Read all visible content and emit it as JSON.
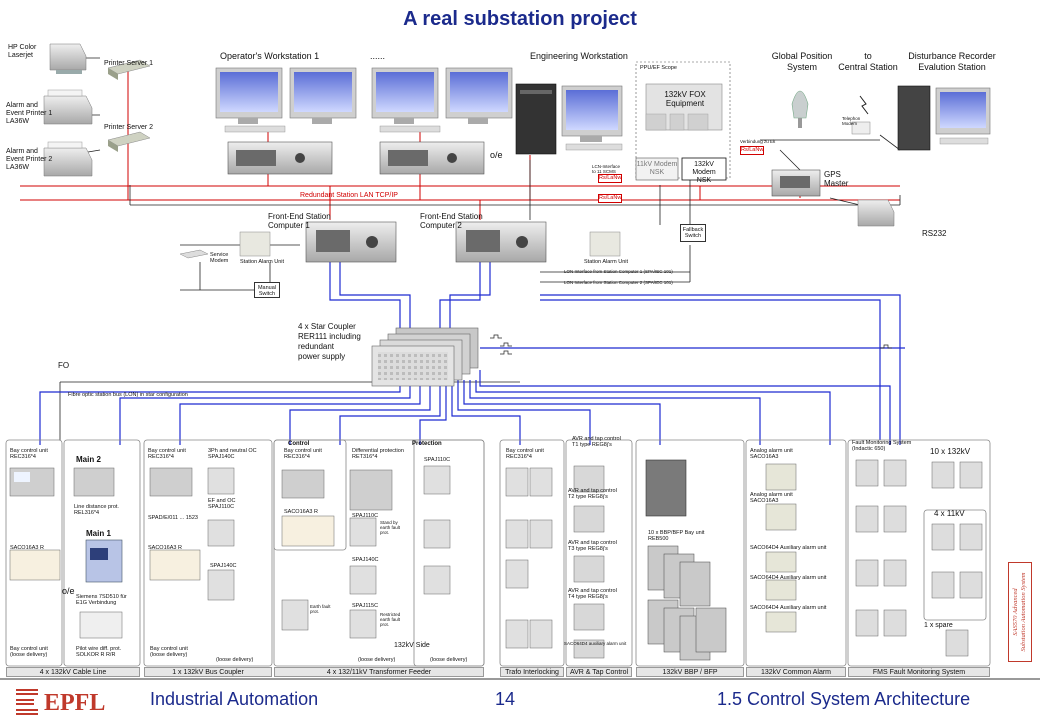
{
  "title": "A real substation project",
  "footer": {
    "left": "Industrial Automation",
    "page": "14",
    "right": "1.5 Control System Architecture"
  },
  "logo_text": "EPFL",
  "top": {
    "hp_color_laserjet": "HP Color\nLaserjet",
    "printer_server_1": "Printer Server 1",
    "printer_server_2": "Printer Server 2",
    "alarm_printer_1": "Alarm and\nEvent Printer 1\nLA36W",
    "alarm_printer_2": "Alarm and\nEvent Printer 2\nLA36W",
    "operators_ws": "Operator's Workstation 1",
    "operators_ws2": "......",
    "engineering_ws": "Engineering Workstation",
    "fox_equipment": "132kV FOX\nEquipment",
    "ppu_scope": "PPU/EF Scope",
    "modem_11kv": "11kV Modem\nNSK",
    "modem_132kv": "132kV Modem\nNSK",
    "gps_label": "Global Position\nSystem",
    "to_central": "to\nCentral Station",
    "disturbance": "Disturbance Recorder\nEvalution Station",
    "gps_master": "GPS\nMaster",
    "rs232": "RS232",
    "redundant_lan": "Redundant Station LAN TCP/IP",
    "fe1": "Front-End Station\nComputer 1",
    "fe2": "Front-End Station\nComputer 2",
    "service_modem": "Service\nModem",
    "station_alarm_unit": "Station Alarm Unit",
    "manual_switch": "Manual\nSwitch",
    "fallback_switch": "Fallback\nSwitch",
    "star_coupler": "4 x Star Coupler\nRER111 including\nredundant\npower supply",
    "fo": "FO",
    "fibre_bus": "Fibre optic station bus (LON) in star configuration",
    "oe_top": "o/e",
    "oe_bottom": "o/e",
    "telephone_modem": "Telephon\nModem",
    "verbindung": "Verbindung zu Ek",
    "lcn_interface": "LCN-Interface\nto 11 SCMS",
    "lon_1": "LON Interface from Station Computer 1 (SPA/IEC 101)",
    "lon_2": "LON Interface from Station Computer 2 (SPA/IEC 101)",
    "red_tag_1": "Rs/LaNw",
    "red_tag_2": "Rs/LaNw",
    "red_tag_3": "Rs/LaNw"
  },
  "bays": {
    "cable_line": {
      "bay_control": "Bay control unit\nREC316*4",
      "main2": "Main 2",
      "distance": "Line distance prot.\nREL316*4",
      "main1": "Main 1",
      "siemens": "Siemens 7SD510 für\nE1G Verbindung",
      "pilot": "Pilot wire diff. prot.\nSOLKOR R R/R",
      "saco": "SACO16A3 R",
      "loose": "Bay control unit\n(loose delivery)",
      "bottom": "4 x 132kV Cable Line"
    },
    "bus_coupler": {
      "bay_control": "Bay control unit\nREC316*4",
      "oc": "3Ph and neutral OC\nSPAJ140C",
      "ef": "EF and OC\nSPAJ110C",
      "spaj": "SPAJ140C",
      "spad": "SPAD/E/011 ... 1523",
      "saco": "SACO16A3 R",
      "loose1": "Bay control unit\n(loose delivery)",
      "loose2": "(loose delivery)",
      "bottom": "1 x 132kV Bus Coupler"
    },
    "transformer": {
      "control": "Control",
      "protection": "Protection",
      "bay_control": "Bay control unit\nREC316*4",
      "diff": "Differential protection\nRET316*4",
      "saco": "SACO16A3 R",
      "spaj110c": "SPAJ110C",
      "spaj110c_b": "SPAJ110C",
      "spaj140c": "SPAJ140C",
      "spaj115c": "SPAJ115C",
      "standby": "Stand by\nearth fault\nprot.",
      "earth": "Earth fault\nprot.",
      "restricted": "Restricted\nearth fault\nprot.",
      "side_132": "132kV Side",
      "loose1": "(loose delivery)",
      "loose2": "(loose delivery)",
      "bottom": "4 x 132/11kV Transformer Feeder"
    },
    "trafo": {
      "bay_control": "Bay control unit\nREC316*4",
      "bottom": "Trafo Interlocking"
    },
    "avr": {
      "t1": "AVR and tap control\nT1 type REG8j's",
      "t2": "AVR and tap control\nT2 type REG8j's",
      "t3": "AVR and tap control\nT3 type REG8j's",
      "t4": "AVR and tap control\nT4 type REG8j's",
      "aux": "SACO64D4 auxiliary alarm unit",
      "bottom": "AVR & Tap Control"
    },
    "bbp": {
      "label": "10 x BBP/BFP Bay unit\nREB500",
      "bottom": "132kV BBP / BFP"
    },
    "common_alarm": {
      "analog1": "Analog alarm unit\nSACO16A3",
      "analog2": "Analog alarm unit\nSACO16A3",
      "aux1": "SACO64D4 Auxiliary alarm unit",
      "aux2": "SACO64D4 Auxiliary alarm unit",
      "aux3": "SACO64D4 Auxiliary alarm unit",
      "bottom": "132kV Common Alarm"
    },
    "fms": {
      "header": "Fault Monitoring System\n(Indactic 650)",
      "x132": "10 x 132kV",
      "x11": "4 x 11kV",
      "spare": "1 x spare",
      "bottom": "FMS Fault Monitoring System"
    }
  },
  "side_banner": "SAS570 Advanced\nSubstation Automation System",
  "colors": {
    "title": "#1b2a8c",
    "lan_red": "#d10000",
    "fibre_blue": "#1f2bd1",
    "accent_red": "#c0392b"
  }
}
